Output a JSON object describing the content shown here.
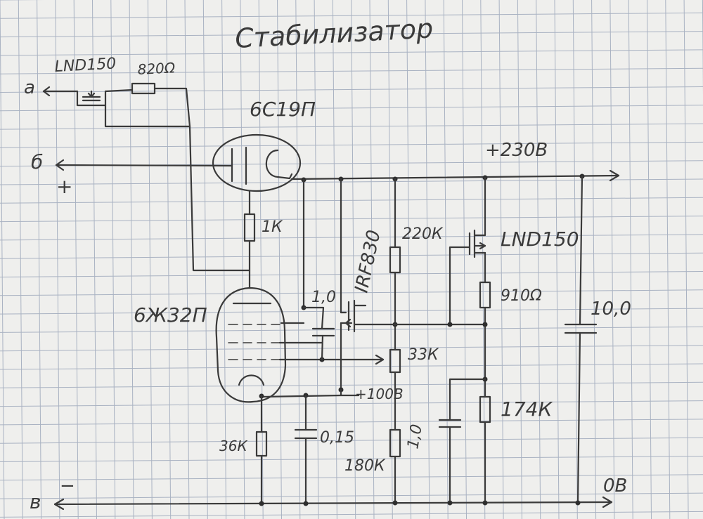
{
  "title": "Стабилизатор",
  "labels": {
    "terminal_a": "а",
    "terminal_b": "б",
    "terminal_b_sign": "+",
    "terminal_v": "в",
    "terminal_v_sign": "−",
    "top_mosfet": "LND150",
    "top_resistor": "820Ω",
    "triode": "6С19П",
    "r_1k": "1К",
    "pentode": "6Ж32П",
    "cap_1_0_top": "1,0",
    "irf": "IRF830",
    "r_220k": "220К",
    "out_mosfet": "LND150",
    "r_910": "910Ω",
    "out_voltage": "+230В",
    "cap_10": "10,0",
    "pot_33k": "33К",
    "ref_voltage": "+100В",
    "r_174k": "174К",
    "cap_1_0_bottom": "1,0",
    "r_36k": "36К",
    "cap_015": "0,15",
    "r_180k": "180К",
    "ground": "0В"
  }
}
